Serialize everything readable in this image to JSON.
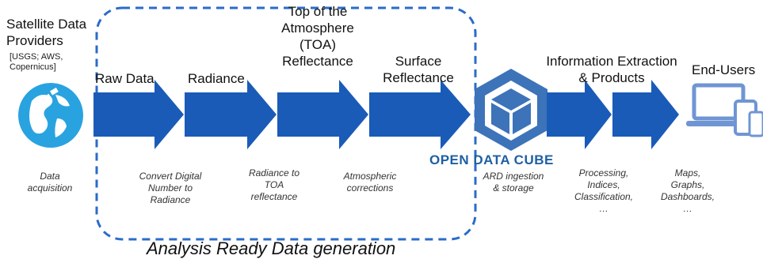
{
  "providers": {
    "title_line1": "Satellite Data",
    "title_line2": "Providers",
    "sources_line1": "[USGS; AWS,",
    "sources_line2": "Copernicus]",
    "icon": "satellite-earth-icon"
  },
  "stages": [
    {
      "title": "Raw Data",
      "desc_lines": [
        "Data",
        "acquisition"
      ]
    },
    {
      "title": "Radiance",
      "desc_lines": [
        "Convert Digital",
        "Number to",
        "Radiance"
      ]
    },
    {
      "title_lines": [
        "Top of the",
        "Atmosphere",
        "(TOA)",
        "Reflectance"
      ],
      "desc_lines": [
        "Radiance to",
        "TOA",
        "reflectance"
      ]
    },
    {
      "title_lines": [
        "Surface",
        "Reflectance"
      ],
      "desc_lines": [
        "Atmospheric",
        "corrections"
      ]
    }
  ],
  "odc": {
    "label": "OPEN DATA CUBE",
    "desc_lines": [
      "ARD ingestion",
      "& storage"
    ],
    "icon": "cube-icon"
  },
  "extraction": {
    "title_lines": [
      "Information Extraction",
      "& Products"
    ],
    "desc_lines": [
      "Processing,",
      "Indices,",
      "Classification,",
      "…"
    ]
  },
  "end_users": {
    "title": "End-Users",
    "desc_lines": [
      "Maps,",
      "Graphs,",
      "Dashboards,",
      "…"
    ],
    "icon": "devices-icon"
  },
  "footer_label": "Analysis Ready Data generation",
  "colors": {
    "arrow": "#1a5bb8",
    "dashed_border": "#2a6bc9",
    "odc_text": "#1e5fa3",
    "globe": "#29a3e0",
    "devices": "#6f95d3"
  }
}
